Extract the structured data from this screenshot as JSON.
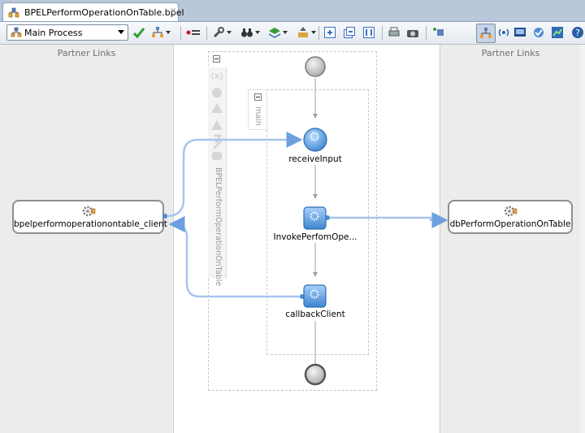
{
  "tab": {
    "title": "BPELPerformOperationOnTable.bpel",
    "close": "×"
  },
  "toolbar": {
    "process_select": "Main Process"
  },
  "lanes": {
    "left_title": "Partner Links",
    "right_title": "Partner Links"
  },
  "partner_links": {
    "left": {
      "label": "bpelperformoperationontable_client"
    },
    "right": {
      "label": "dbPerformOperationOnTable"
    }
  },
  "scopes": {
    "process_name": "BPELPerformOperationOnTable",
    "sequence_name": "main"
  },
  "activities": {
    "receive": {
      "label": "receiveInput"
    },
    "invoke": {
      "label": "InvokePerfomOpe..."
    },
    "callback": {
      "label": "callbackClient"
    }
  },
  "colors": {
    "accent": "#5b9bd5",
    "link": "#a8c4ee",
    "node": "#4a8fd0"
  }
}
